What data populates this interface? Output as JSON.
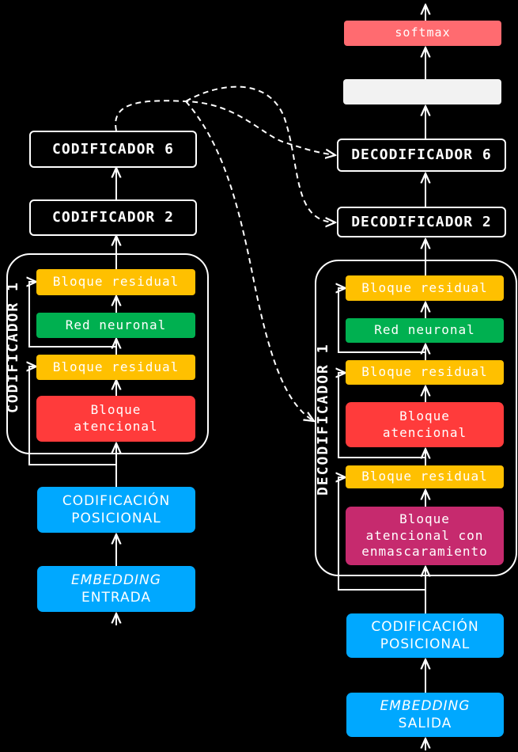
{
  "encoder": {
    "encoder6": "CODIFICADOR 6",
    "encoder2": "CODIFICADOR 2",
    "group_label": "CODIFICADOR 1",
    "residual_top": "Bloque residual",
    "neural": "Red neuronal",
    "residual_mid": "Bloque residual",
    "attention_l1": "Bloque",
    "attention_l2": "atencional",
    "posenc_l1": "CODIFICACIÓN",
    "posenc_l2": "POSICIONAL",
    "embedding_l1": "EMBEDDING",
    "embedding_l2": "ENTRADA"
  },
  "decoder": {
    "softmax": "softmax",
    "decoder6": "DECODIFICADOR 6",
    "decoder2": "DECODIFICADOR 2",
    "group_label": "DECODIFICADOR 1",
    "residual_top": "Bloque residual",
    "neural": "Red neuronal",
    "residual_mid": "Bloque residual",
    "attention_l1": "Bloque",
    "attention_l2": "atencional",
    "residual_bottom": "Bloque residual",
    "masked_l1": "Bloque",
    "masked_l2": "atencional con",
    "masked_l3": "enmascaramiento",
    "posenc_l1": "CODIFICACIÓN",
    "posenc_l2": "POSICIONAL",
    "embedding_l1": "EMBEDDING",
    "embedding_l2": "SALIDA"
  },
  "colors": {
    "residual": "#FFC000",
    "neural": "#00B050",
    "attention": "#FF3B3B",
    "masked_attention": "#C62A6E",
    "embedding": "#00A8FF",
    "softmax": "#FF6B70"
  }
}
